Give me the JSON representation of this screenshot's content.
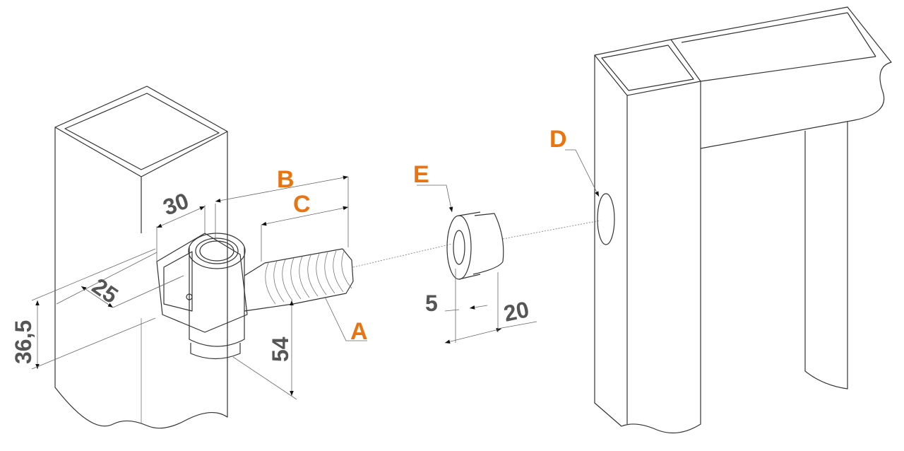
{
  "labels": {
    "a": "A",
    "b": "B",
    "c": "C",
    "d": "D",
    "e": "E"
  },
  "dimensions": {
    "d30": "30",
    "d25": "25",
    "d36_5": "36,5",
    "d54": "54",
    "d5": "5",
    "d20": "20"
  },
  "colors": {
    "label": "#e87511",
    "dimension": "#555555",
    "line": "#333333"
  }
}
